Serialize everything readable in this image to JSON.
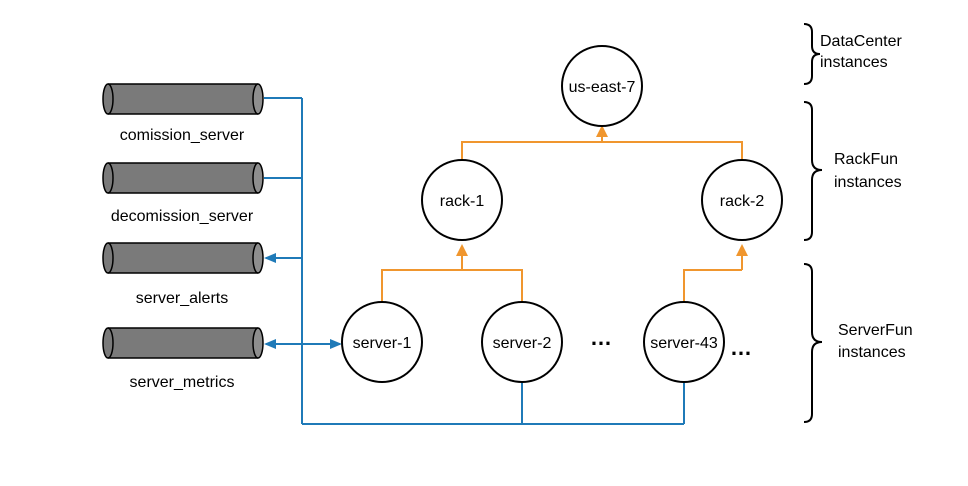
{
  "colors": {
    "blue_line": "#1f7ab8",
    "orange_line": "#f0962e",
    "cylinder_fill": "#7a7a7a",
    "node_stroke": "#000000"
  },
  "streams": [
    {
      "id": "comission",
      "label": "comission_server",
      "icon": "kafka-topic-cylinder-icon"
    },
    {
      "id": "decomission",
      "label": "decomission_server",
      "icon": "kafka-topic-cylinder-icon"
    },
    {
      "id": "alerts",
      "label": "server_alerts",
      "icon": "kafka-topic-cylinder-icon"
    },
    {
      "id": "metrics",
      "label": "server_metrics",
      "icon": "kafka-topic-cylinder-icon"
    }
  ],
  "nodes": {
    "datacenter": {
      "label": "us-east-7"
    },
    "rack_1": {
      "label": "rack-1"
    },
    "rack_2": {
      "label": "rack-2"
    },
    "server_1": {
      "label": "server-1"
    },
    "server_2": {
      "label": "server-2"
    },
    "server_43": {
      "label": "server-43"
    }
  },
  "ellipses": {
    "between_servers": "…",
    "after_servers": "…"
  },
  "brackets": {
    "datacenter": {
      "line1": "DataCenter",
      "line2": "instances"
    },
    "rackfun": {
      "line1": "RackFun",
      "line2": "instances"
    },
    "serverfun": {
      "line1": "ServerFun",
      "line2": "instances"
    }
  }
}
